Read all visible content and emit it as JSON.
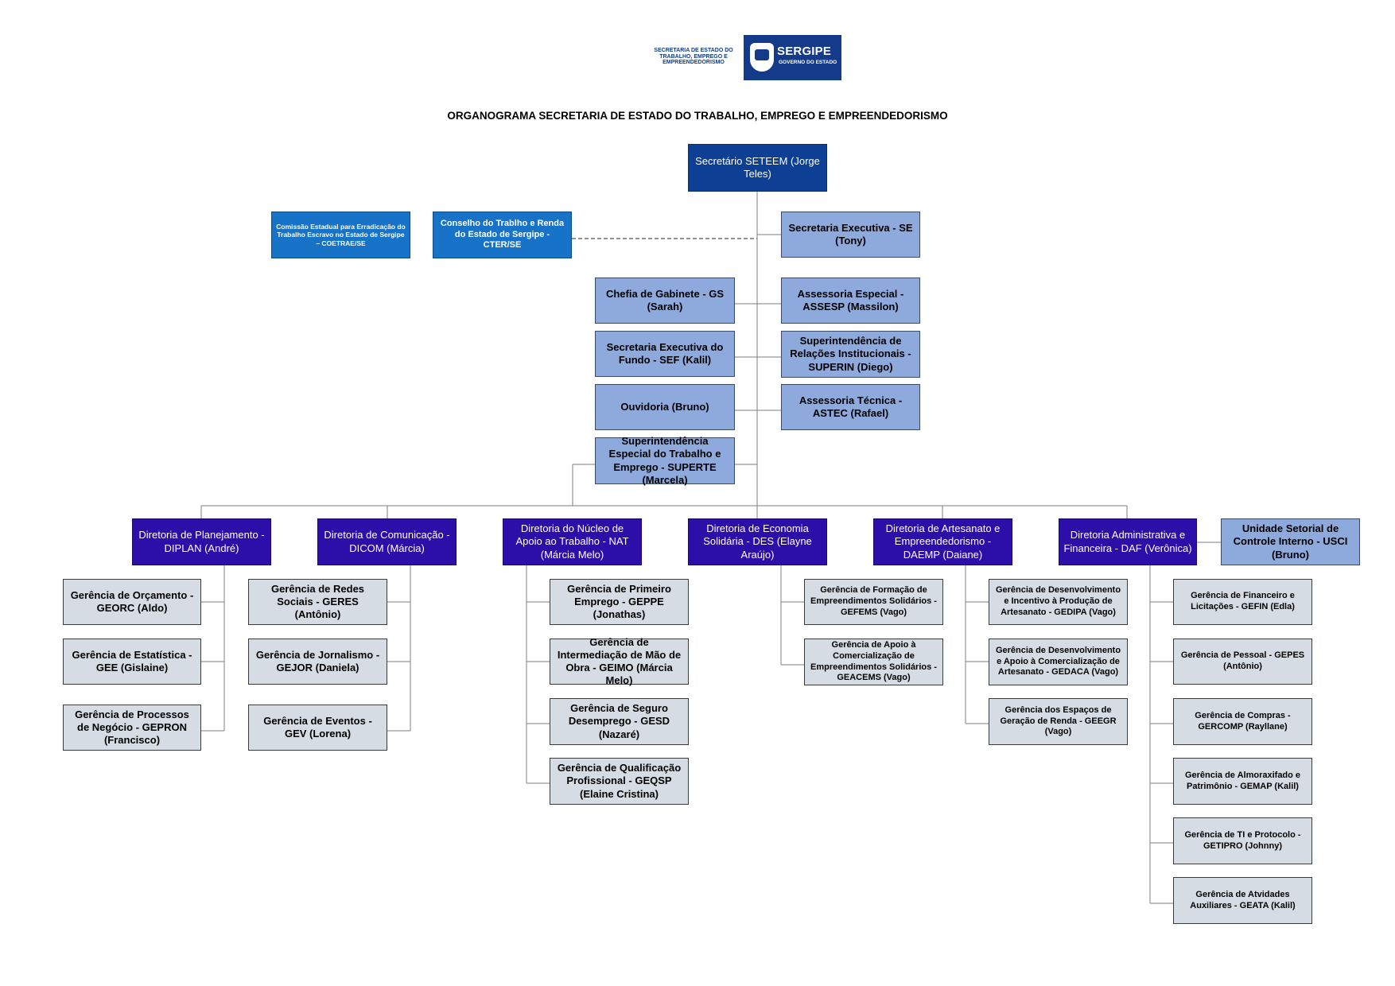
{
  "header": {
    "logo_text": "SECRETARIA DE ESTADO DO TRABALHO, EMPREGO E EMPREENDEDORISMO",
    "logo_name": "SERGIPE",
    "logo_sub": "GOVERNO DO ESTADO",
    "title": "ORGANOGRAMA SECRETARIA DE ESTADO DO TRABALHO, EMPREGO E EMPREENDEDORISMO"
  },
  "colors": {
    "secretary": "#0d3f94",
    "advisory": "#1773c7",
    "staff": "#8ea9db",
    "directorate": "#2b0fa8",
    "management": "#d6dce4",
    "connector": "#7f7f7f"
  },
  "top": {
    "secretario": "Secretário SETEEM (Jorge Teles)",
    "coetrae": "Comissão Estadual para Erradicação do Trabalho Escravo no Estado de Sergipe – COETRAE/SE",
    "cter": "Conselho do Trablho e Renda do Estado de Sergipe - CTER/SE",
    "se": "Secretaria Executiva - SE (Tony)"
  },
  "staff": {
    "gs": "Chefia de Gabinete - GS (Sarah)",
    "assesp": "Assessoria Especial - ASSESP (Massilon)",
    "sef": "Secretaria Executiva do Fundo - SEF (Kalil)",
    "superin": "Superintendência de Relações Institucionais - SUPERIN (Diego)",
    "ouvidoria": "Ouvidoria (Bruno)",
    "astec": "Assessoria Técnica - ASTEC (Rafael)",
    "superte": "Superintendência Especial do Trabalho e Emprego - SUPERTE (Marcela)"
  },
  "directorates": {
    "diplan": "Diretoria de Planejamento - DIPLAN (André)",
    "dicom": "Diretoria de Comunicação - DICOM (Márcia)",
    "nat": "Diretoria do Núcleo de Apoio ao Trabalho - NAT (Márcia Melo)",
    "des": "Diretoria de Economia Solidária - DES (Elayne Araújo)",
    "daemp": "Diretoria de Artesanato e Empreendedorismo - DAEMP (Daiane)",
    "daf": "Diretoria Administrativa e Financeira - DAF (Verônica)",
    "usci": "Unidade Setorial de Controle Interno - USCI (Bruno)"
  },
  "diplan_units": [
    "Gerência de Orçamento - GEORC (Aldo)",
    "Gerência de Estatística - GEE (Gislaine)",
    "Gerência de Processos de Negócio - GEPRON (Francisco)"
  ],
  "dicom_units": [
    "Gerência de Redes Sociais - GERES (Antônio)",
    "Gerência de Jornalismo - GEJOR (Daniela)",
    "Gerência de Eventos - GEV (Lorena)"
  ],
  "nat_units": [
    "Gerência de Primeiro Emprego - GEPPE (Jonathas)",
    "Gerência de Intermediação de Mão de Obra - GEIMO (Márcia Melo)",
    "Gerência de Seguro Desemprego - GESD (Nazaré)",
    "Gerência de Qualificação Profissional - GEQSP (Elaine Cristina)"
  ],
  "des_units": [
    "Gerência de Formação de Empreendimentos Solidários - GEFEMS (Vago)",
    "Gerência de Apoio à Comercialização de Empreendimentos Solidários - GEACEMS (Vago)"
  ],
  "daemp_units": [
    "Gerência de Desenvolvimento e Incentivo à Produção de Artesanato - GEDIPA (Vago)",
    "Gerência de Desenvolvimento e Apoio à Comercialização de Artesanato - GEDACA (Vago)",
    "Gerência dos Espaços de Geração de Renda - GEEGR (Vago)"
  ],
  "daf_units": [
    "Gerência de Financeiro e Licitações - GEFIN (Edla)",
    "Gerência de Pessoal - GEPES (Antônio)",
    "Gerência de Compras - GERCOMP (Rayllane)",
    "Gerência de Almoraxifado e Patrimônio - GEMAP (Kalil)",
    "Gerência de TI e Protocolo - GETIPRO (Johnny)",
    "Gerência de Atvidades Auxiliares - GEATA (Kalil)"
  ]
}
